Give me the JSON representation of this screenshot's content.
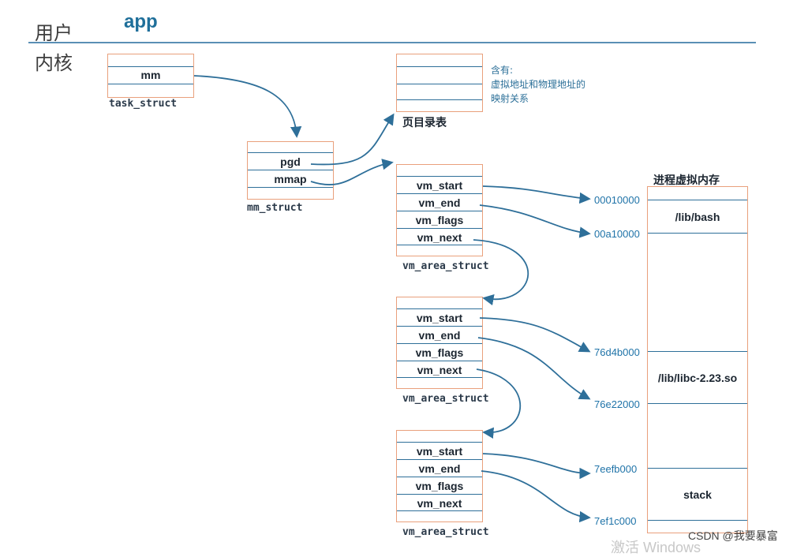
{
  "labels": {
    "user": "用户",
    "kernel": "内核",
    "app": "app"
  },
  "task_struct": {
    "rows": [
      "",
      "mm",
      ""
    ],
    "caption": "task_struct"
  },
  "mm_struct": {
    "rows": [
      "",
      "pgd",
      "mmap",
      ""
    ],
    "caption": "mm_struct"
  },
  "page_table": {
    "caption": "页目录表",
    "note_lines": [
      "含有:",
      "虚拟地址和物理地址的",
      "映射关系"
    ]
  },
  "vm_area_structs": [
    {
      "rows": [
        "",
        "vm_start",
        "vm_end",
        "vm_flags",
        "vm_next",
        ""
      ],
      "caption": "vm_area_struct"
    },
    {
      "rows": [
        "",
        "vm_start",
        "vm_end",
        "vm_flags",
        "vm_next",
        ""
      ],
      "caption": "vm_area_struct"
    },
    {
      "rows": [
        "",
        "vm_start",
        "vm_end",
        "vm_flags",
        "vm_next",
        ""
      ],
      "caption": "vm_area_struct"
    }
  ],
  "virtual_memory": {
    "title": "进程虚拟内存",
    "regions": [
      "/lib/bash",
      "/lib/libc-2.23.so",
      "stack"
    ]
  },
  "addresses": [
    "00010000",
    "00a10000",
    "76d4b000",
    "76e22000",
    "7eefb000",
    "7ef1c000"
  ],
  "watermark": "CSDN @我要暴富",
  "activate": "激活 Windows",
  "colors": {
    "accent": "#2e6f99",
    "box_border": "#e9a07c",
    "address": "#1f73a8"
  }
}
